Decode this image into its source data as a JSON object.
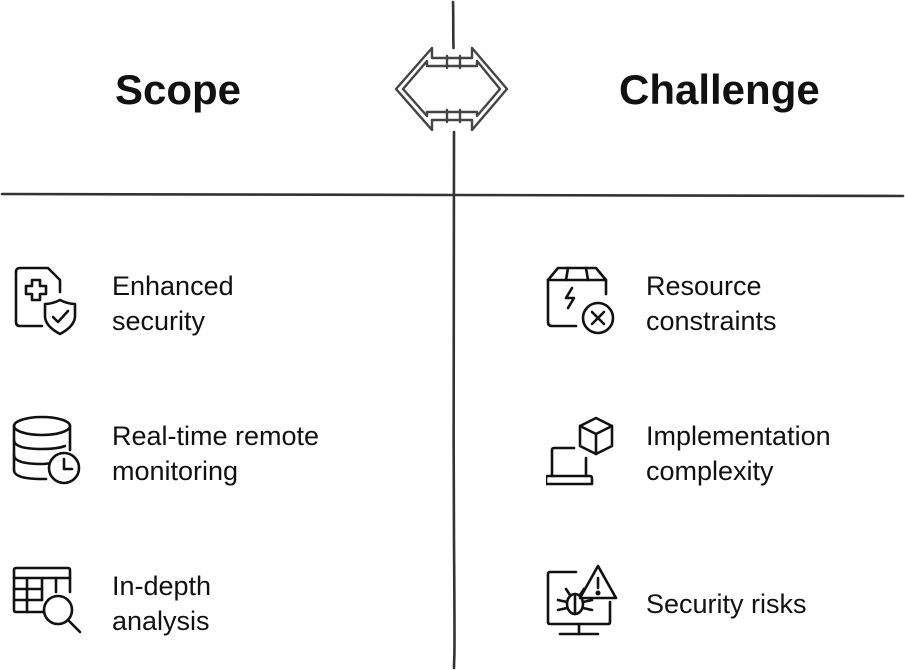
{
  "columns": {
    "left": {
      "title": "Scope",
      "items": [
        {
          "label": "Enhanced\nsecurity",
          "icon": "medical-shield-icon"
        },
        {
          "label": "Real-time remote\nmonitoring",
          "icon": "database-clock-icon"
        },
        {
          "label": "In-depth\nanalysis",
          "icon": "table-search-icon"
        }
      ]
    },
    "right": {
      "title": "Challenge",
      "items": [
        {
          "label": "Resource\nconstraints",
          "icon": "box-cancel-icon"
        },
        {
          "label": "Implementation\ncomplexity",
          "icon": "laptop-cube-icon"
        },
        {
          "label": "Security risks",
          "icon": "monitor-bug-warning-icon"
        }
      ]
    }
  },
  "divider": {
    "icon": "double-arrow-icon"
  },
  "colors": {
    "ink": "#111111",
    "line": "#333333",
    "background": "#ffffff"
  }
}
